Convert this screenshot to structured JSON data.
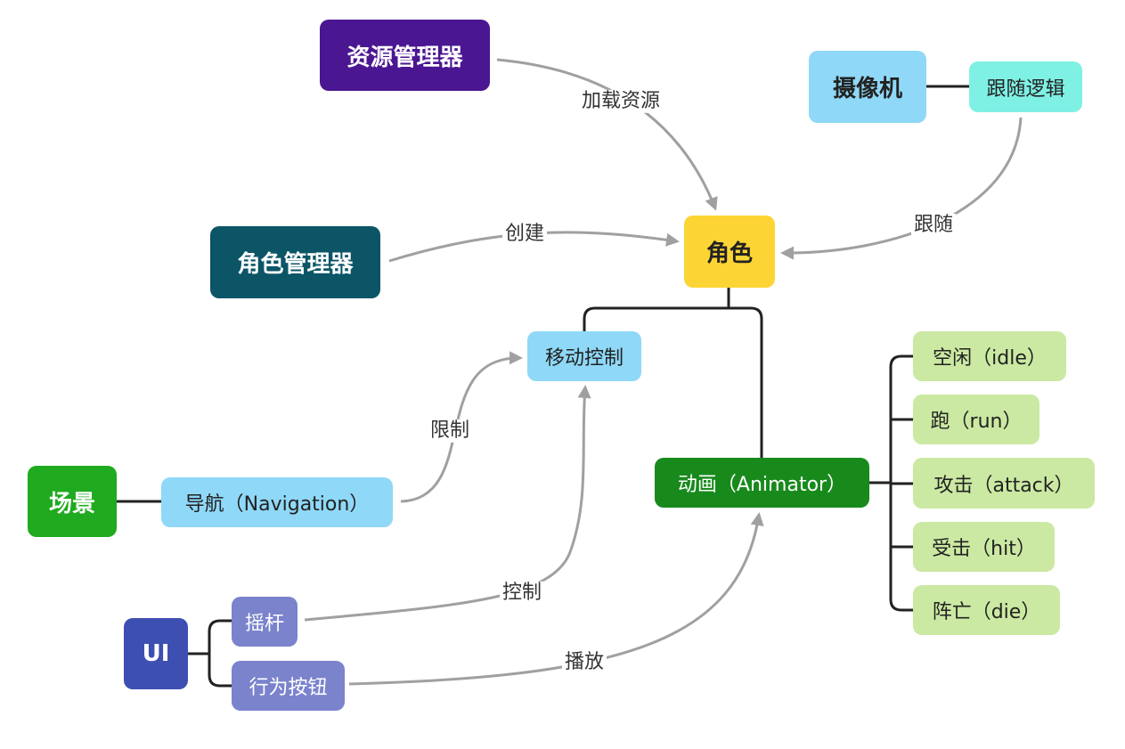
{
  "colors": {
    "resource_manager": "#4b1691",
    "character_manager": "#0b5567",
    "character": "#fcd534",
    "camera": "#8fd8f7",
    "follow_logic": "#7ff0e4",
    "move_control": "#8fd8f7",
    "animator": "#188a1c",
    "anim_state": "#cbe9a2",
    "scene": "#1faa1f",
    "navigation": "#8fd8f7",
    "ui": "#3e4fb2",
    "ui_child": "#7a83cc",
    "tree_line": "#222222",
    "arrow_line": "#a0a0a0"
  },
  "nodes": {
    "resource_manager": "资源管理器",
    "camera": "摄像机",
    "follow_logic": "跟随逻辑",
    "character_manager": "角色管理器",
    "character": "角色",
    "move_control": "移动控制",
    "animator": "动画（Animator）",
    "idle": "空闲（idle）",
    "run": "跑（run）",
    "attack": "攻击（attack）",
    "hit": "受击（hit）",
    "die": "阵亡（die）",
    "scene": "场景",
    "navigation": "导航（Navigation）",
    "ui": "UI",
    "joystick": "摇杆",
    "action_button": "行为按钮"
  },
  "edge_labels": {
    "load_resources": "加载资源",
    "create": "创建",
    "follow": "跟随",
    "restrict": "限制",
    "control": "控制",
    "play": "播放"
  }
}
